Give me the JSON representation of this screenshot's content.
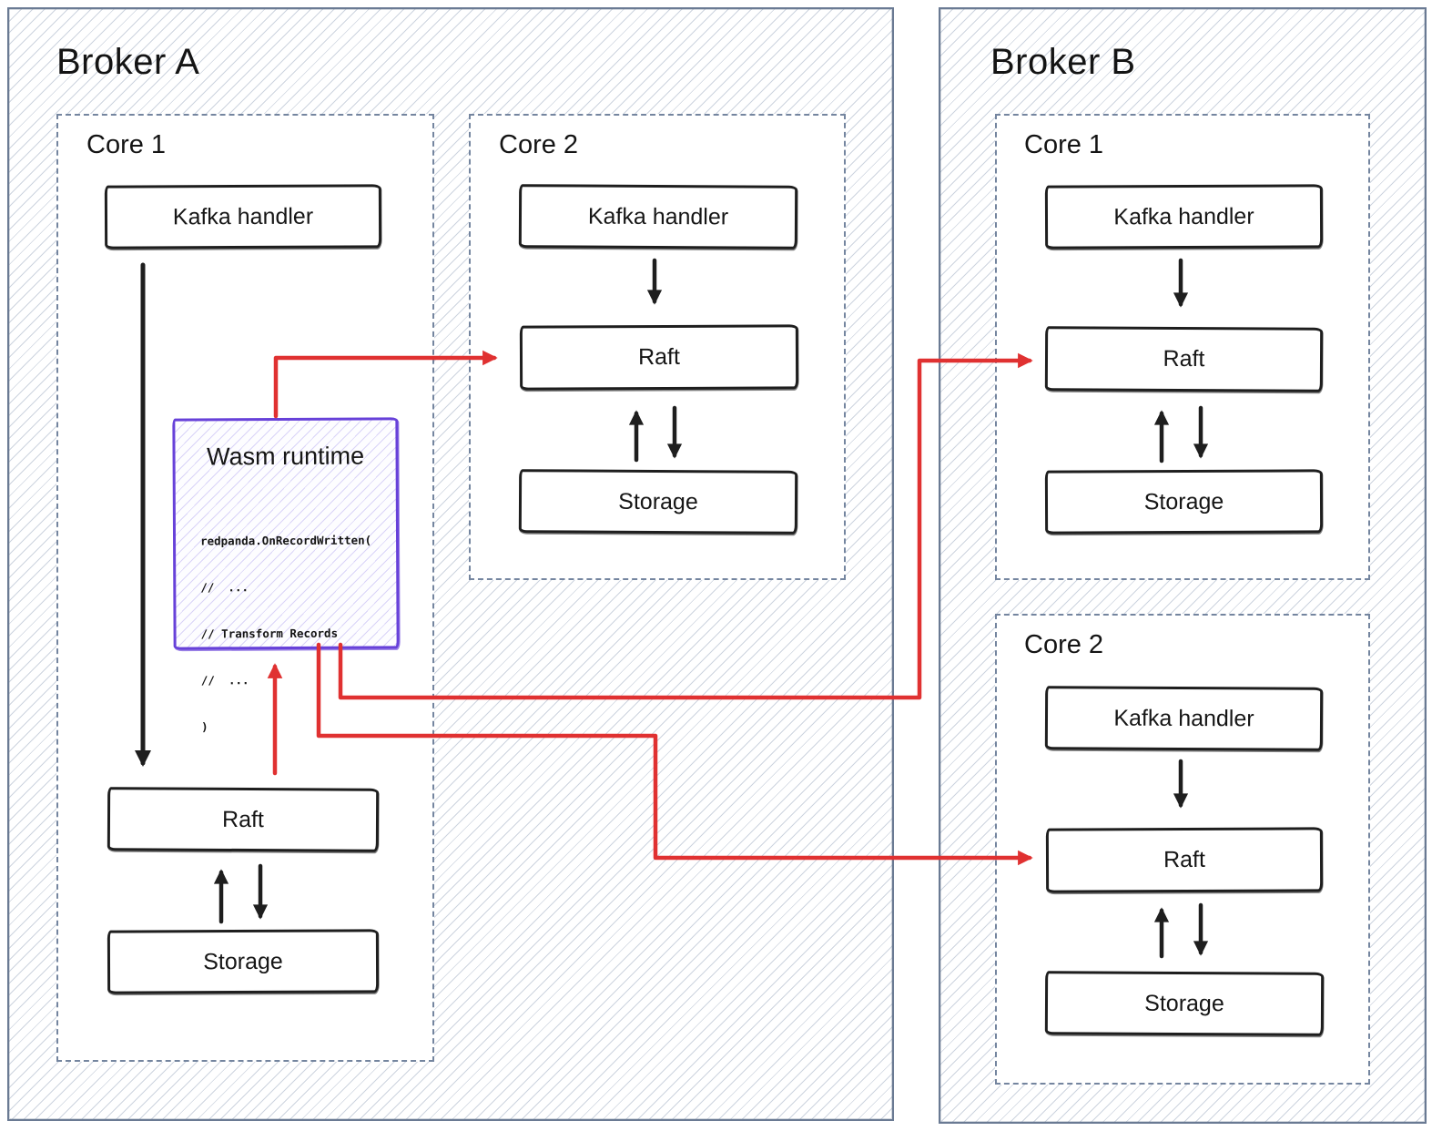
{
  "broker_a": {
    "label": "Broker A",
    "core1": {
      "label": "Core 1",
      "kafka": "Kafka handler",
      "raft": "Raft",
      "storage": "Storage",
      "wasm": {
        "title": "Wasm runtime",
        "code": [
          "redpanda.OnRecordWritten(",
          "//  ...",
          "// Transform Records",
          "//  ...",
          ")"
        ]
      }
    },
    "core2": {
      "label": "Core 2",
      "kafka": "Kafka handler",
      "raft": "Raft",
      "storage": "Storage"
    }
  },
  "broker_b": {
    "label": "Broker B",
    "core1": {
      "label": "Core 1",
      "kafka": "Kafka handler",
      "raft": "Raft",
      "storage": "Storage"
    },
    "core2": {
      "label": "Core 2",
      "kafka": "Kafka handler",
      "raft": "Raft",
      "storage": "Storage"
    }
  },
  "colors": {
    "arrow_red": "#e03131",
    "wasm_purple": "#6741d9",
    "ink_black": "#1e1e1e",
    "frame_slate": "#6a7a93",
    "hatch_line": "#c9d2df"
  }
}
